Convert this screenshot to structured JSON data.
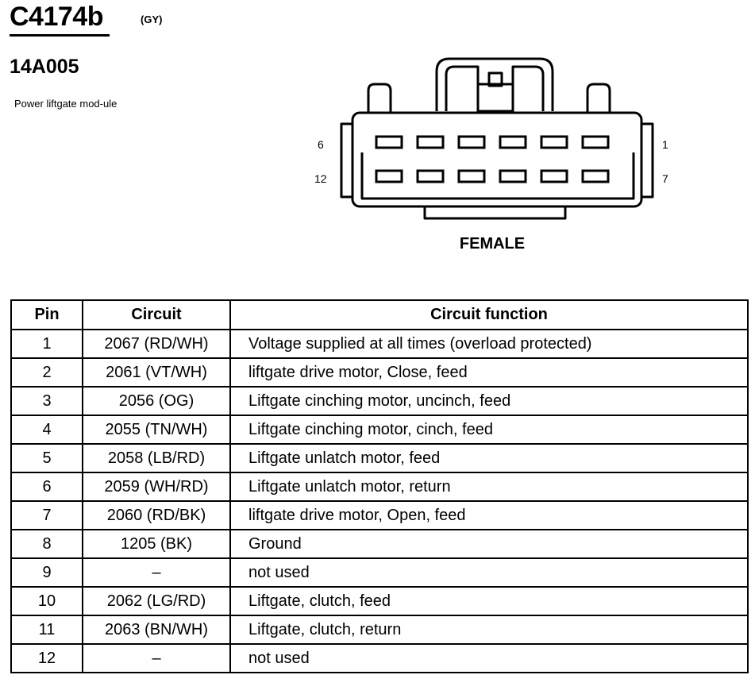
{
  "header": {
    "connector_id": "C4174b",
    "color_code": "(GY)",
    "part_number": "14A005",
    "description": "Power liftgate mod-ule"
  },
  "diagram": {
    "pin_label_top_left": "6",
    "pin_label_bottom_left": "12",
    "pin_label_top_right": "1",
    "pin_label_bottom_right": "7",
    "gender_label": "FEMALE",
    "cavities_per_row": 6
  },
  "table": {
    "headers": [
      "Pin",
      "Circuit",
      "Circuit function"
    ],
    "rows": [
      {
        "pin": "1",
        "circuit": "2067 (RD/WH)",
        "function": "Voltage supplied at all times (overload protected)"
      },
      {
        "pin": "2",
        "circuit": "2061 (VT/WH)",
        "function": "liftgate drive motor, Close, feed"
      },
      {
        "pin": "3",
        "circuit": "2056 (OG)",
        "function": "Liftgate cinching motor, uncinch, feed"
      },
      {
        "pin": "4",
        "circuit": "2055 (TN/WH)",
        "function": "Liftgate cinching motor, cinch, feed"
      },
      {
        "pin": "5",
        "circuit": "2058 (LB/RD)",
        "function": "Liftgate unlatch motor, feed"
      },
      {
        "pin": "6",
        "circuit": "2059 (WH/RD)",
        "function": "Liftgate unlatch motor, return"
      },
      {
        "pin": "7",
        "circuit": "2060 (RD/BK)",
        "function": "liftgate drive motor, Open, feed"
      },
      {
        "pin": "8",
        "circuit": "1205 (BK)",
        "function": "Ground"
      },
      {
        "pin": "9",
        "circuit": "–",
        "function": "not used"
      },
      {
        "pin": "10",
        "circuit": "2062 (LG/RD)",
        "function": "Liftgate, clutch, feed"
      },
      {
        "pin": "11",
        "circuit": "2063 (BN/WH)",
        "function": "Liftgate, clutch, return"
      },
      {
        "pin": "12",
        "circuit": "–",
        "function": "not used"
      }
    ]
  }
}
